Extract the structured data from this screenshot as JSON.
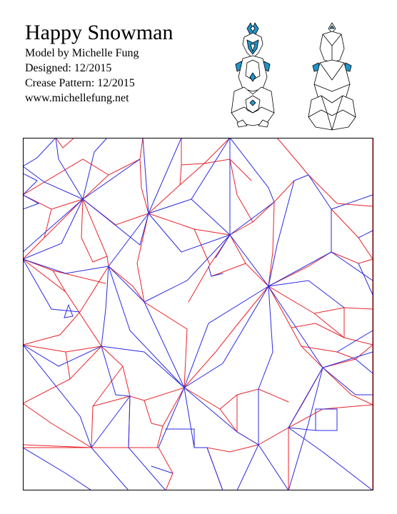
{
  "title": "Happy Snowman",
  "designer": "Model by Michelle Fung",
  "designed": "Designed: 12/2015",
  "crease_pattern_date": "Crease Pattern: 12/2015",
  "website": "www.michellefung.net",
  "colors": {
    "mountain": "#e8232a",
    "valley": "#2a2ae0",
    "accent": "#1f95c9",
    "outline": "#000000"
  }
}
